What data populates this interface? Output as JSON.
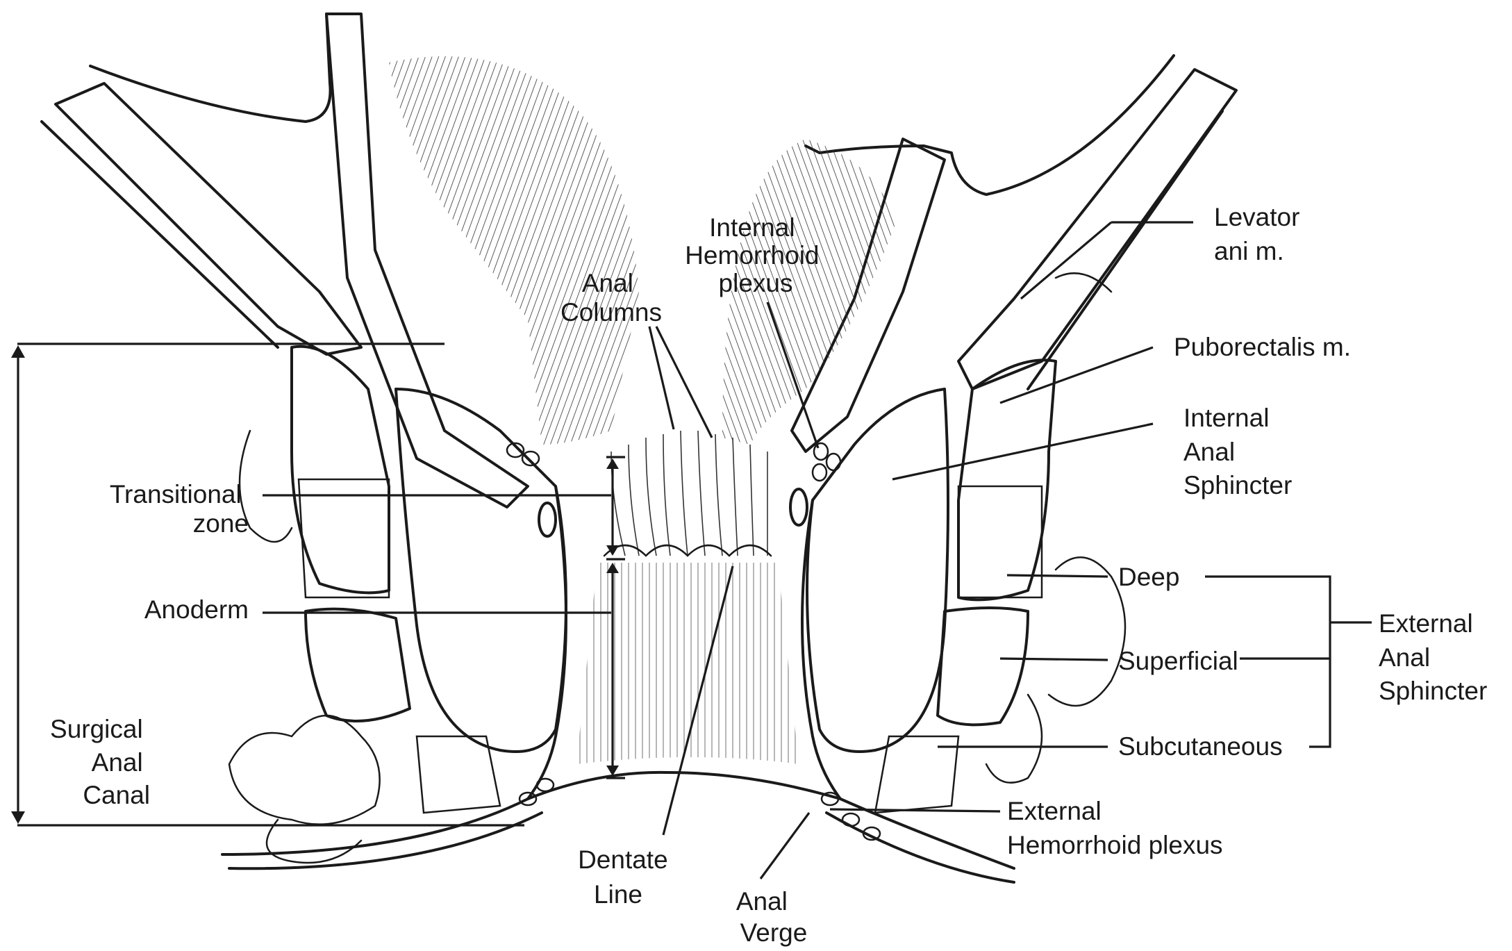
{
  "figure": {
    "background": "#ffffff",
    "ink": "#1a1a1a"
  },
  "labels": {
    "levator": [
      "Levator",
      "ani m."
    ],
    "puborectalis": [
      "Puborectalis m."
    ],
    "internal_anal_sphincter": [
      "Internal",
      "Anal",
      "Sphincter"
    ],
    "deep": [
      "Deep"
    ],
    "superficial": [
      "Superficial"
    ],
    "subcutaneous": [
      "Subcutaneous"
    ],
    "external_anal_sphincter": [
      "External",
      "Anal",
      "Sphincter"
    ],
    "external_hemorrhoid_plexus": [
      "External",
      "Hemorrhoid plexus"
    ],
    "internal_hemorrhoid_plexus": [
      "Internal",
      "Hemorrhoid",
      "plexus"
    ],
    "anal_columns": [
      "Anal",
      "Columns"
    ],
    "transitional_zone": [
      "Transitional",
      "zone"
    ],
    "anoderm": [
      "Anoderm"
    ],
    "surgical_anal_canal": [
      "Surgical",
      "Anal",
      "Canal"
    ],
    "dentate_line": [
      "Dentate",
      "Line"
    ],
    "anal_verge": [
      "Anal",
      "Verge"
    ]
  }
}
